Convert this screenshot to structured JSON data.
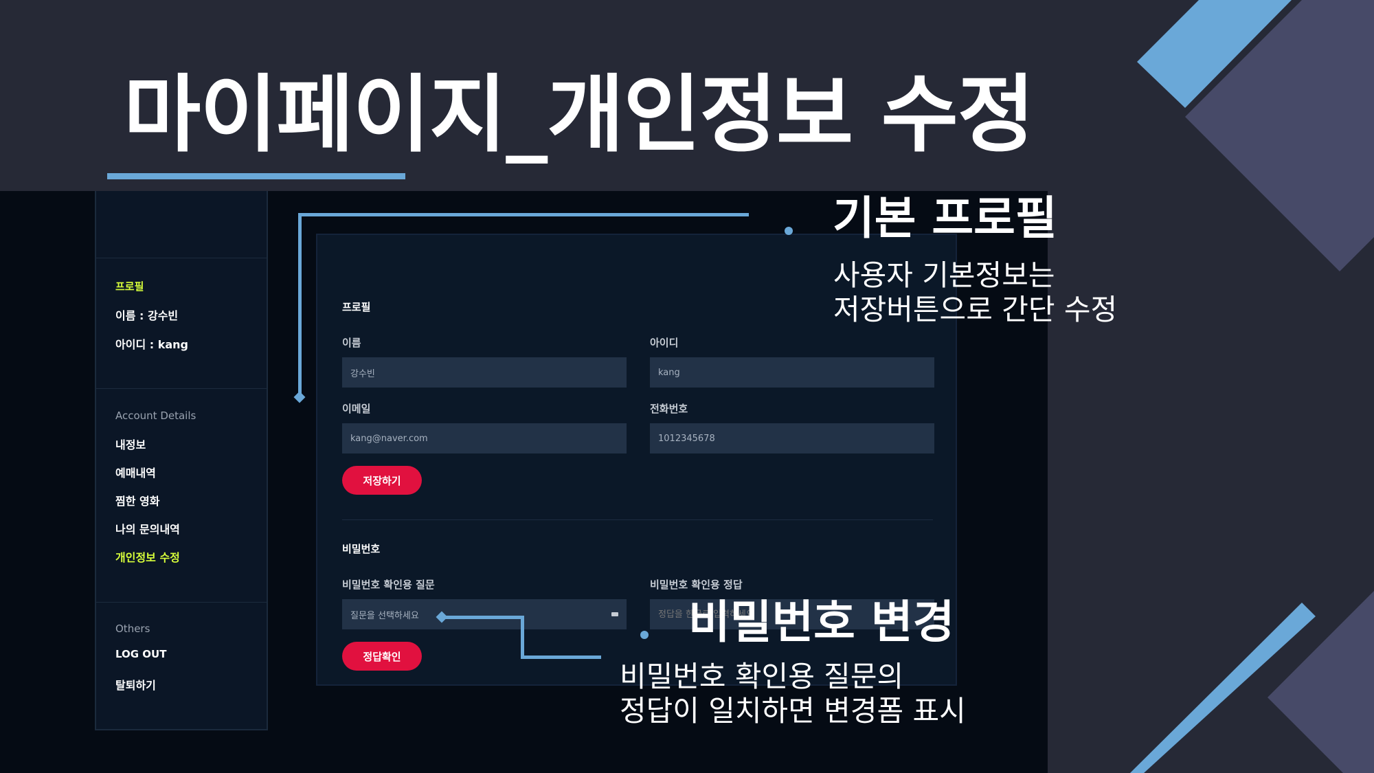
{
  "slide": {
    "title": "마이페이지_개인정보 수정"
  },
  "sidebar": {
    "profile_heading": "프로필",
    "name_line": "이름 : 강수빈",
    "id_line": "아이디 : kang",
    "account_heading": "Account Details",
    "account_items": [
      "내정보",
      "예매내역",
      "찜한 영화",
      "나의 문의내역",
      "개인정보 수정"
    ],
    "others_heading": "Others",
    "others_items": [
      "LOG OUT",
      "탈퇴하기"
    ]
  },
  "profile_form": {
    "section_title": "프로필",
    "name_label": "이름",
    "name_value": "강수빈",
    "id_label": "아이디",
    "id_value": "kang",
    "email_label": "이메일",
    "email_value": "kang@naver.com",
    "phone_label": "전화번호",
    "phone_value": "1012345678",
    "save_button": "저장하기"
  },
  "password_form": {
    "section_title": "비밀번호",
    "question_label": "비밀번호 확인용 질문",
    "question_placeholder": "질문을 선택하세요",
    "answer_label": "비밀번호 확인용 정답",
    "answer_placeholder": "정답을 한글로 입력하세요",
    "check_button": "정답확인"
  },
  "callouts": {
    "profile": {
      "title": "기본 프로필",
      "desc_line1": "사용자 기본정보는",
      "desc_line2": "저장버튼으로 간단 수정"
    },
    "password": {
      "title": "비밀번호 변경",
      "desc_line1": "비밀번호 확인용 질문의",
      "desc_line2": "정답이 일치하면 변경폼 표시"
    }
  },
  "colors": {
    "background": "#262936",
    "accent_blue": "#6aa8d8",
    "deco_slate": "#474a68",
    "highlight_yellow": "#d8ff3a",
    "button_red": "#e1113f",
    "panel_bg": "#0b1828"
  },
  "icons": {
    "select_arrow": "select-arrow-icon"
  }
}
